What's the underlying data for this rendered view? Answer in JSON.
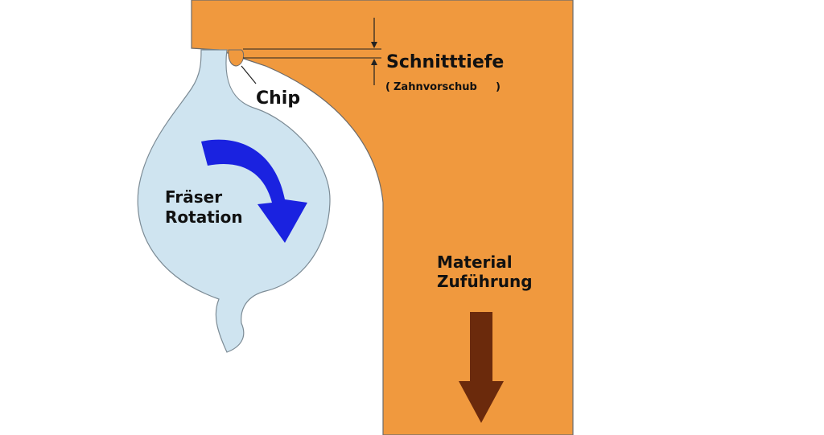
{
  "labels": {
    "cut_depth": "Schnitttiefe",
    "tooth_feed": "Zahnvorschub",
    "paren_open": "(",
    "paren_close": ")",
    "chip": "Chip",
    "cutter_line1": "Fräser",
    "cutter_line2": "Rotation",
    "feed_line1": "Material",
    "feed_line2": "Zuführung"
  },
  "colors": {
    "workpiece": "#F0993E",
    "workpiece_edge": "#6B6B6B",
    "cutter": "#CFE4F0",
    "cutter_edge": "#7C8B95",
    "rotation_arrow": "#1A22E0",
    "feed_arrow": "#6B2A0C",
    "dimension_line": "#222222"
  },
  "icons": {
    "rotation": "curved-arrow-clockwise-icon",
    "feed": "arrow-down-icon"
  }
}
